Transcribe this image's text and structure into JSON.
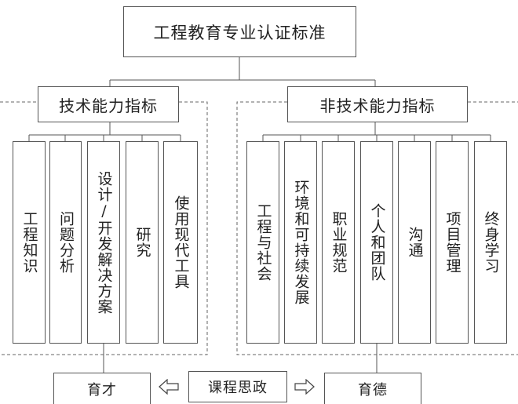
{
  "root": {
    "label": "工程教育专业认证标准"
  },
  "branches": [
    {
      "label": "技术能力指标",
      "items": [
        "工程知识",
        "问题分析",
        "设计/开发解决方案",
        "研究",
        "使用现代工具"
      ]
    },
    {
      "label": "非技术能力指标",
      "items": [
        "工程与社会",
        "环境和可持续发展",
        "职业规范",
        "个人和团队",
        "沟通",
        "项目管理",
        "终身学习"
      ]
    }
  ],
  "bottom": {
    "left": "育才",
    "center": "课程思政",
    "right": "育德",
    "arrow_left_icon": "hollow-left-arrow",
    "arrow_right_icon": "hollow-right-arrow"
  }
}
